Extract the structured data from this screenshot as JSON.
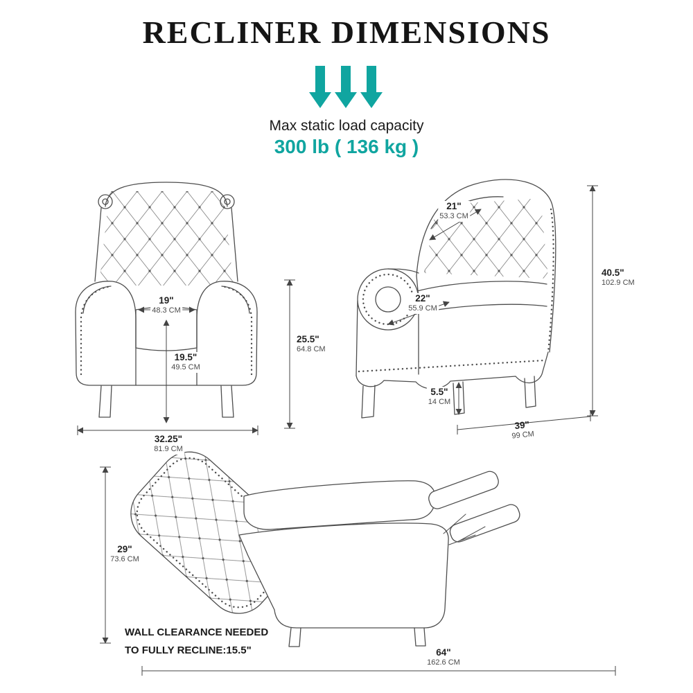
{
  "title": "RECLINER DIMENSIONS",
  "capacity": {
    "label": "Max static load capacity",
    "value": "300 lb ( 136 kg )"
  },
  "views": {
    "front": {
      "seat_width_in": "19\"",
      "seat_width_cm": "48.3 CM",
      "seat_height_in": "19.5\"",
      "seat_height_cm": "49.5 CM",
      "back_height_in": "25.5\"",
      "back_height_cm": "64.8 CM",
      "overall_width_in": "32.25\"",
      "overall_width_cm": "81.9 CM"
    },
    "side": {
      "back_width_in": "21\"",
      "back_width_cm": "53.3 CM",
      "seat_depth_in": "22\"",
      "seat_depth_cm": "55.9 CM",
      "overall_height_in": "40.5\"",
      "overall_height_cm": "102.9 CM",
      "leg_height_in": "5.5\"",
      "leg_height_cm": "14 CM",
      "overall_depth_in": "39\"",
      "overall_depth_cm": "99 CM"
    },
    "reclined": {
      "height_in": "29\"",
      "height_cm": "73.6 CM",
      "length_in": "64\"",
      "length_cm": "162.6 CM",
      "wall_clearance_line1": "WALL CLEARANCE NEEDED",
      "wall_clearance_line2": "TO FULLY RECLINE:15.5\""
    }
  },
  "colors": {
    "accent_teal": "#10a5a0",
    "line_art": "#4d4d4d"
  }
}
